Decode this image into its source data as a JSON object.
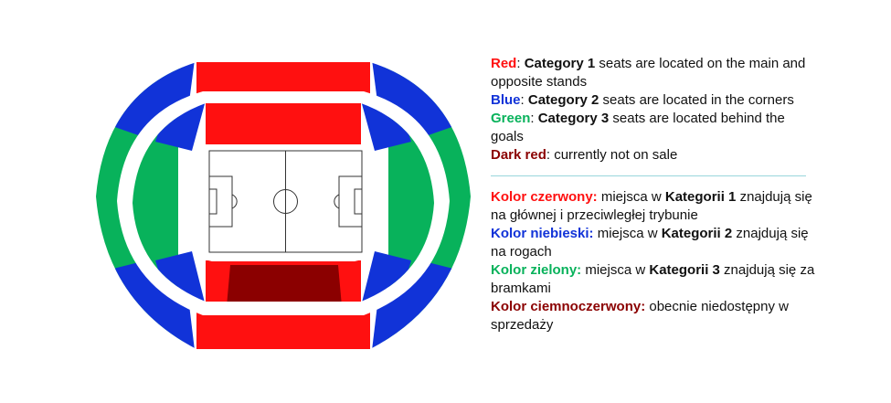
{
  "colors": {
    "red": "#ff1010",
    "blue": "#1133d8",
    "green": "#08b25b",
    "dark_red": "#8b0000",
    "pitch_lines": "#333333",
    "separator": "#9ad6dc"
  },
  "legend_en": [
    {
      "key": "red",
      "color_word": "Red",
      "sep": ": ",
      "category": "Category 1",
      "rest": " seats are located on the main and opposite stands"
    },
    {
      "key": "blue",
      "color_word": "Blue",
      "sep": ": ",
      "category": "Category 2",
      "rest": " seats are located in the corners"
    },
    {
      "key": "green",
      "color_word": "Green",
      "sep": ": ",
      "category": "Category 3",
      "rest": " seats are located behind the goals"
    },
    {
      "key": "dark_red",
      "color_word": "Dark red",
      "sep": ": ",
      "category": "",
      "rest": "currently not on sale"
    }
  ],
  "legend_pl": [
    {
      "key": "red",
      "color_word": "Kolor czerwony:",
      "pre": " miejsca w ",
      "category": "Kategorii 1",
      "rest": " znajdują się na głównej i przeciwległej trybunie"
    },
    {
      "key": "blue",
      "color_word": "Kolor niebieski:",
      "pre": " miejsca w ",
      "category": "Kategorii 2",
      "rest": " znajdują się na rogach"
    },
    {
      "key": "green",
      "color_word": "Kolor zielony:",
      "pre": " miejsca w ",
      "category": "Kategorii 3",
      "rest": " znajdują się za bramkami"
    },
    {
      "key": "dark_red",
      "color_word": "Kolor ciemnoczerwony:",
      "pre": " obecnie niedostępny w sprzedaży",
      "category": "",
      "rest": ""
    }
  ]
}
